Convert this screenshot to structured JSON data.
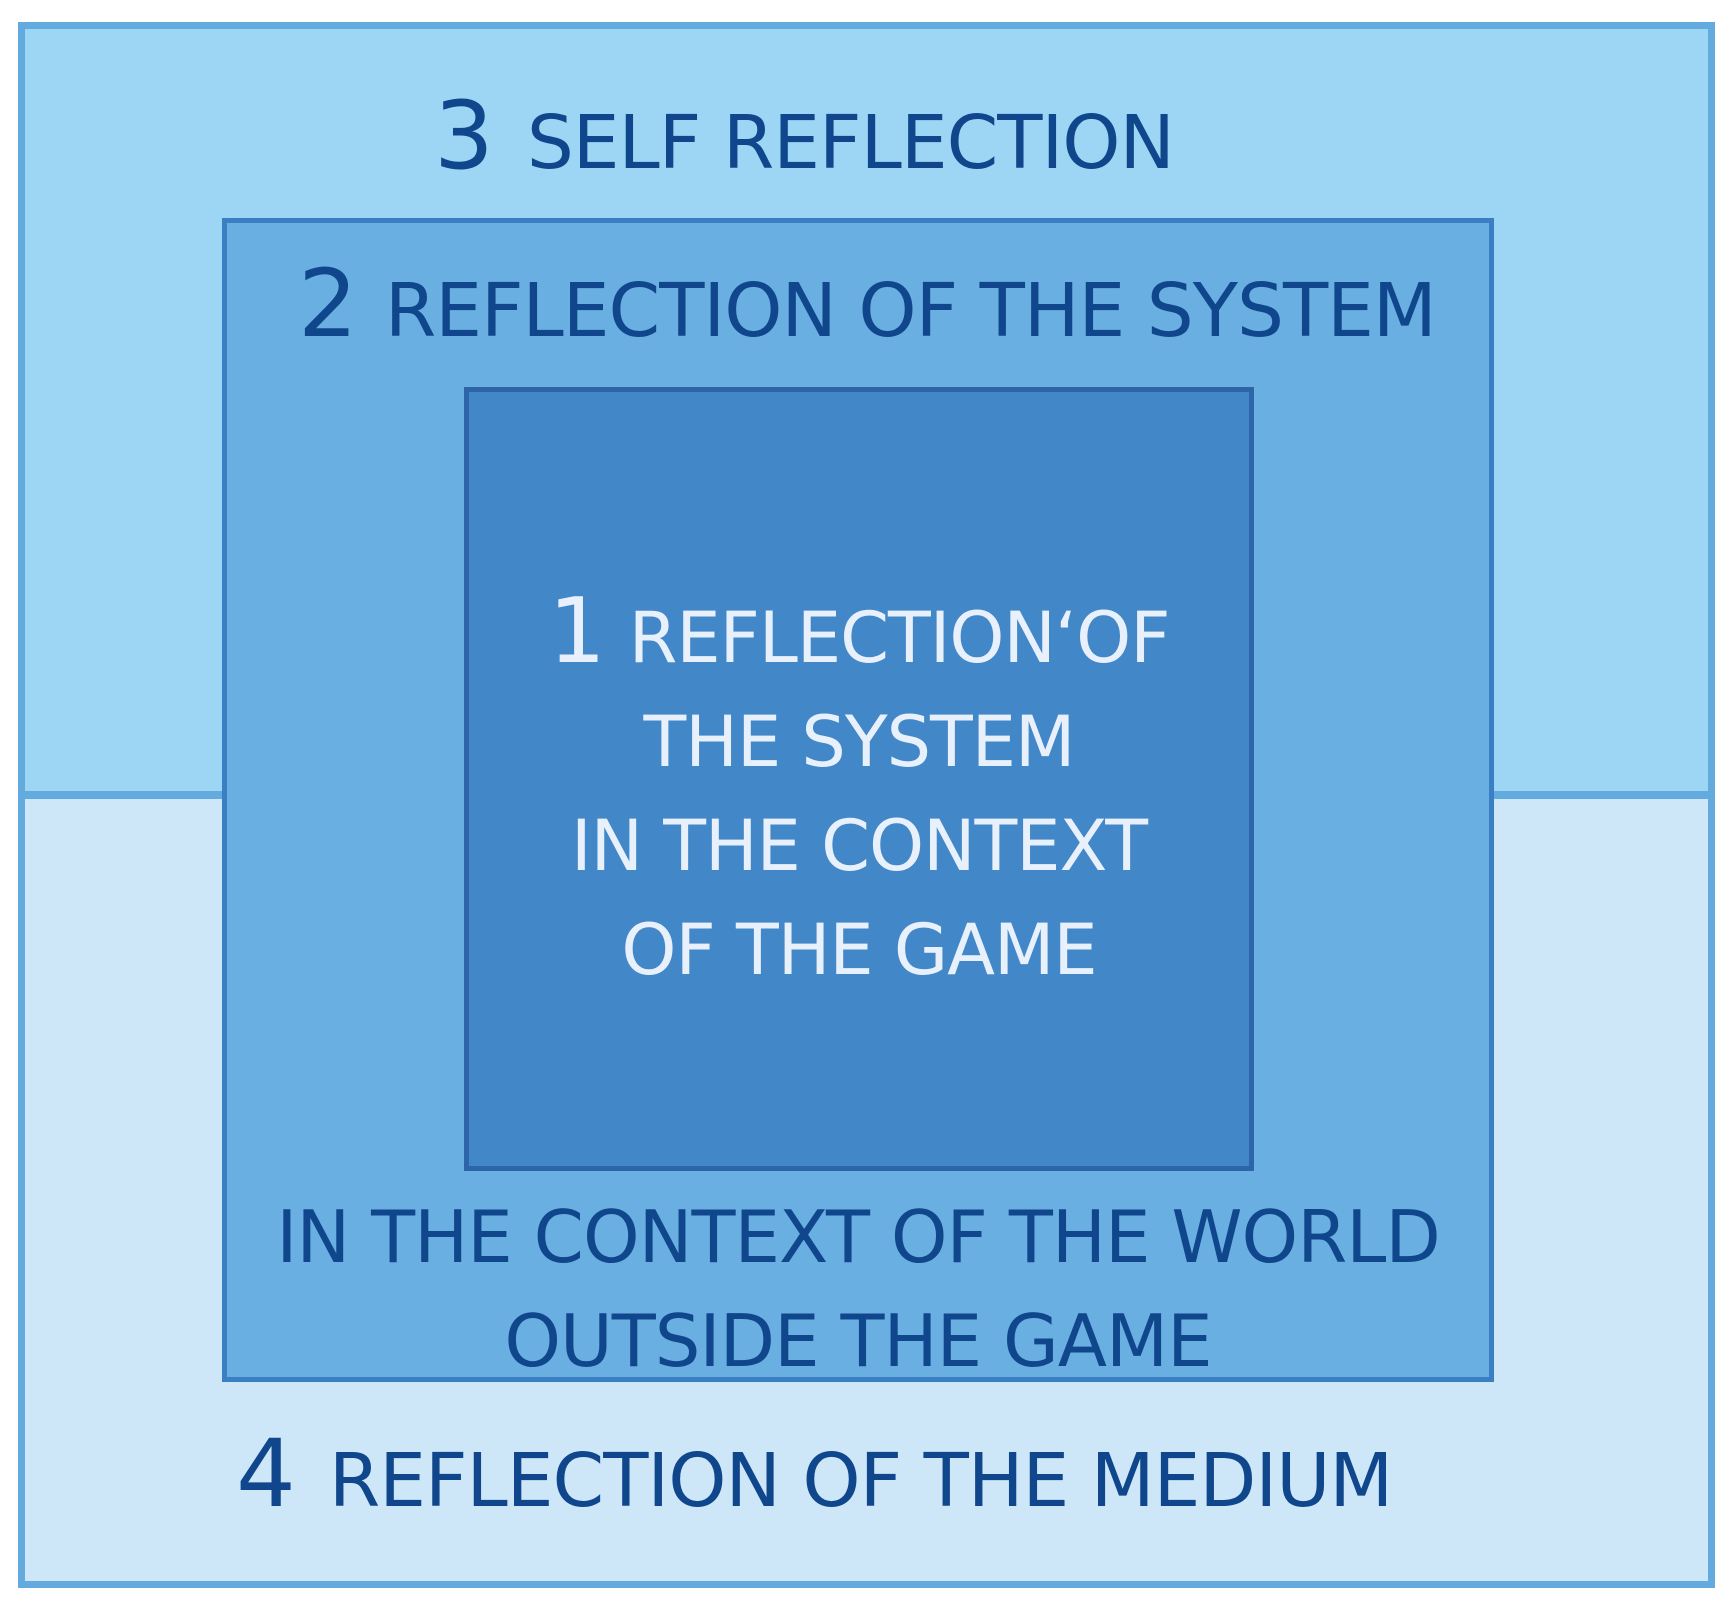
{
  "levels": {
    "self": {
      "number": "3",
      "label": "SELF REFLECTION"
    },
    "system": {
      "number": "2",
      "label": "REFLECTION OF THE SYSTEM"
    },
    "inner": {
      "number": "1",
      "lines": [
        "REFLECTION‘OF",
        "THE SYSTEM",
        "IN THE CONTEXT",
        "OF THE GAME"
      ]
    },
    "world": {
      "lines": [
        "IN THE CONTEXT OF THE WORLD",
        "OUTSIDE THE GAME"
      ]
    },
    "medium": {
      "number": "4",
      "label": "REFLECTION OF THE MEDIUM"
    }
  },
  "colors": {
    "outer_border": "#63aade",
    "top_band": "#9dd6f5",
    "bottom_band": "#cde7f8",
    "middle_box": "#6aafe1",
    "inner_box": "#4287c8",
    "dark_text": "#10468c",
    "light_text": "#e8f1fb"
  }
}
